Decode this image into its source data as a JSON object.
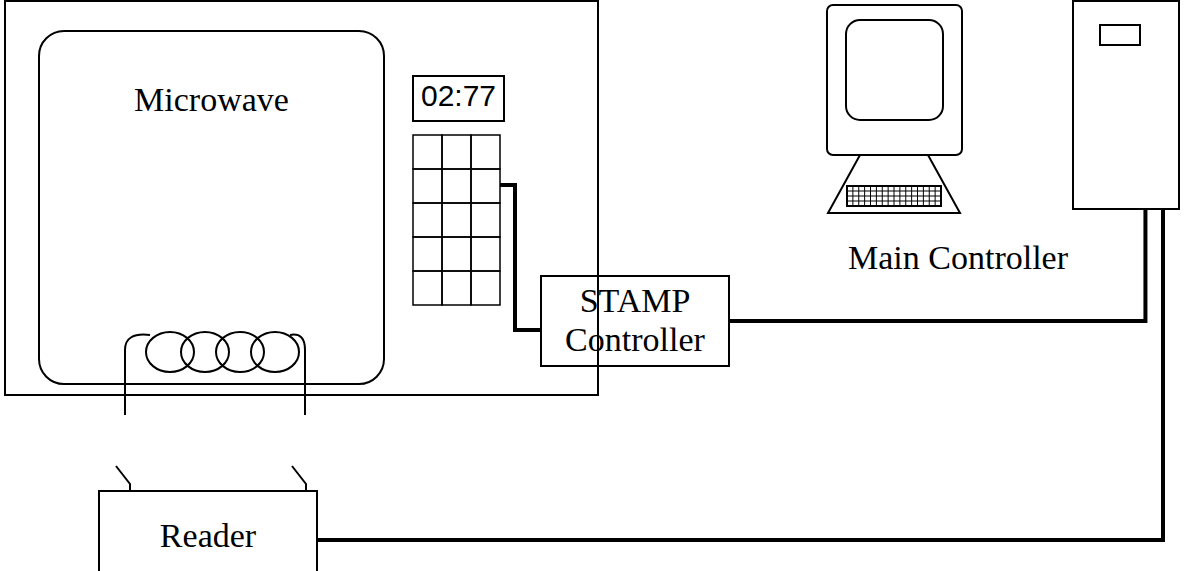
{
  "diagram": {
    "nodes": [
      {
        "text": [
          "Microwave"
        ]
      },
      {
        "text": [
          "02:77"
        ]
      },
      {
        "text": [
          "STAMP Controller"
        ]
      },
      {
        "text": [
          "Main Controller"
        ]
      },
      {
        "text": [
          "Reader"
        ]
      }
    ],
    "edges": [
      {
        "from": 2,
        "to": 3,
        "arrow": "none"
      },
      {
        "from": 4,
        "to": 3,
        "arrow": "none"
      }
    ]
  }
}
